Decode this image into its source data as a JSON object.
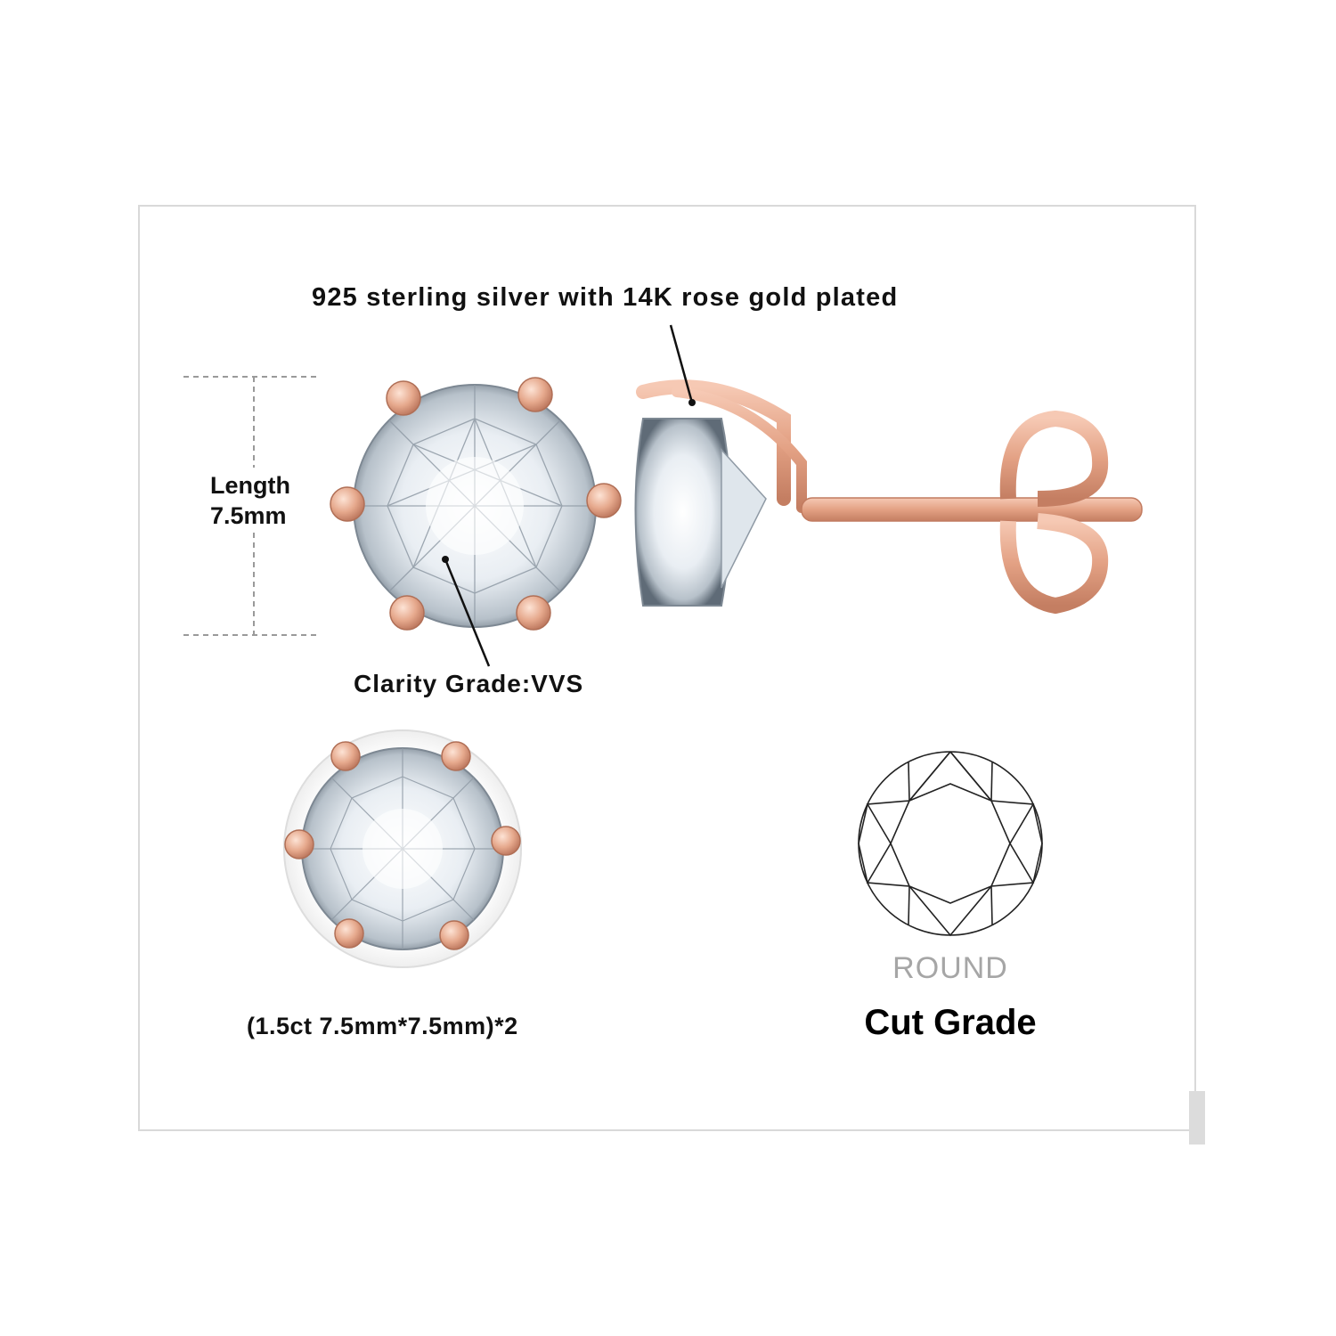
{
  "labels": {
    "material": "925 sterling silver with 14K rose gold plated",
    "length_title": "Length",
    "length_value": "7.5mm",
    "clarity": "Clarity Grade:VVS",
    "size": "(1.5ct 7.5mm*7.5mm)*2",
    "shape": "ROUND",
    "cut_grade": "Cut Grade"
  },
  "colors": {
    "rose_gold": "#e6a98d",
    "rose_gold_dark": "#c77f63",
    "diamond_light": "#f4f7fa",
    "diamond_dark": "#6e7a86",
    "frame_border": "#d9d9d9"
  }
}
